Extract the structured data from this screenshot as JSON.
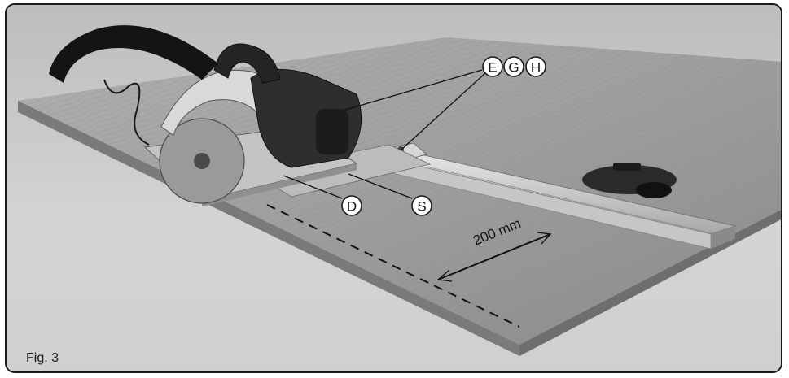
{
  "figure": {
    "caption": "Fig. 3",
    "dimension_label": "200 mm",
    "callouts": {
      "e": "E",
      "g": "G",
      "h": "H",
      "d": "D",
      "s": "S"
    }
  }
}
